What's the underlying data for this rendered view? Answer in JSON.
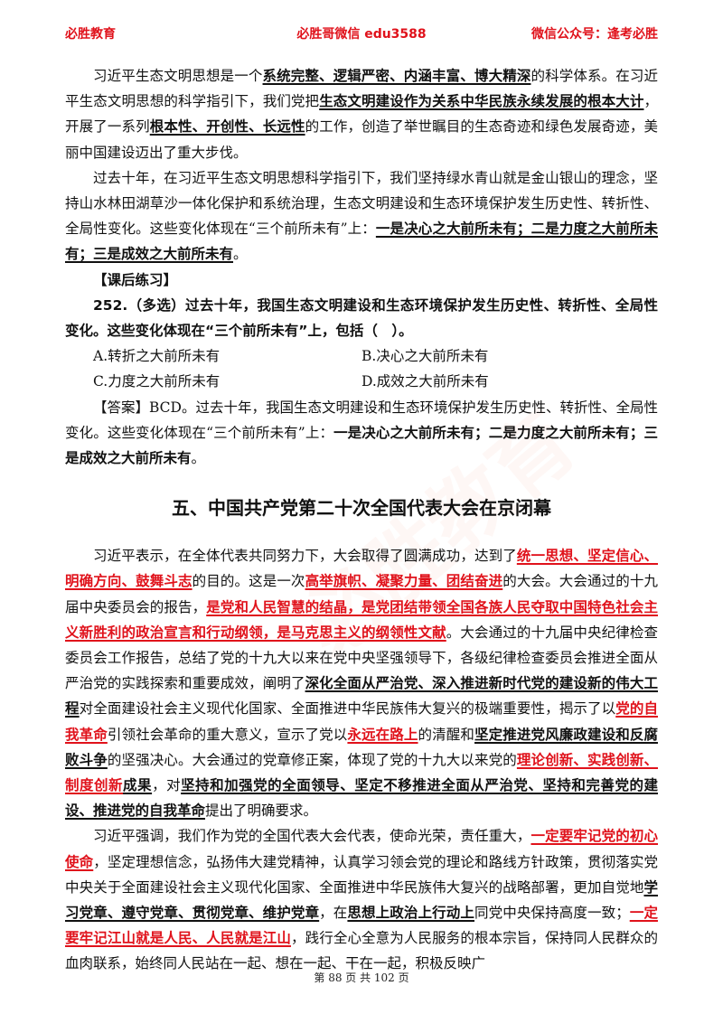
{
  "header": {
    "left": "必胜教育",
    "middle": "必胜哥微信 edu3588",
    "right": "微信公众号：逢考必胜"
  },
  "p1": {
    "t1": "习近平生态文明思想是一个",
    "t2": "系统完整、逻辑严密、内涵丰富、博大精深",
    "t3": "的科学体系。在习近平生态文明思想的科学指引下，我们党把",
    "t4": "生态文明建设作为关系中华民族永续发展的根本大计",
    "t5": "，开展了一系列",
    "t6": "根本性、开创性、长远性",
    "t7": "的工作，创造了举世瞩目的生态奇迹和绿色发展奇迹，美丽中国建设迈出了重大步伐。"
  },
  "p2": {
    "t1": "过去十年，在习近平生态文明思想科学指引下，我们坚持绿水青山就是金山银山的理念，坚持山水林田湖草沙一体化保护和系统治理，生态文明建设和生态环境保护发生历史性、转折性、全局性变化。这些变化体现在“三个前所未有”上：",
    "t2": "一是决心之大前所未有；二是力度之大前所未有；三是成效之大前所未有",
    "t3": "。"
  },
  "practice_label": "【课后练习】",
  "question": "252.（多选）过去十年，我国生态文明建设和生态环境保护发生历史性、转折性、全局性变化。这些变化体现在“三个前所未有”上，包括（　）。",
  "options": {
    "a": "A.转折之大前所未有",
    "b": "B.决心之大前所未有",
    "c": "C.力度之大前所未有",
    "d": "D.成效之大前所未有"
  },
  "answer": {
    "t1": "【答案】BCD。过去十年，我国生态文明建设和生态环境保护发生历史性、转折性、全局性变化。这些变化体现在“三个前所未有”上：",
    "t2": "一是决心之大前所未有；二是力度之大前所未有；三是成效之大前所未有",
    "t3": "。"
  },
  "section_title": "五、中国共产党第二十次全国代表大会在京闭幕",
  "p3": {
    "t1": "习近平表示，在全体代表共同努力下，大会取得了圆满成功，达到了",
    "t2": "统一思想、坚定信心、明确方向、鼓舞斗志",
    "t3": "的目的。这是一次",
    "t4": "高举旗帜、凝聚力量、团结奋进",
    "t5": "的大会。大会通过的十九届中央委员会的报告，",
    "t6": "是党和人民智慧的结晶，是党团结带领全国各族人民夺取中国特色社会主义新胜利的政治宣言和行动纲领，是马克思主义的纲领性文献",
    "t7": "。大会通过的十九届中央纪律检查委员会工作报告，总结了党的十九大以来在党中央坚强领导下，各级纪律检查委员会推进全面从严治党的实践探索和重要成效，阐明了",
    "t8": "深化全面从严治党、深入推进新时代党的建设新的伟大工程",
    "t9": "对全面建设社会主义现代化国家、全面推进中华民族伟大复兴的极端重要性，揭示了以",
    "t10": "党的自我革命",
    "t11": "引领社会革命的重大意义，宣示了党以",
    "t12": "永远在路上",
    "t13": "的清醒和",
    "t14": "坚定推进党风廉政建设和反腐败斗争",
    "t15": "的坚强决心。大会通过的党章修正案，体现了党的十九大以来党的",
    "t16": "理论创新、实践创新、制度创新",
    "t17": "成果",
    "t18": "，对",
    "t19": "坚持和加强党的全面领导、坚定不移推进全面从严治党、坚持和完善党的建设、推进党的自我革命",
    "t20": "提出了明确要求。"
  },
  "p4": {
    "t1": "习近平强调，我们作为党的全国代表大会代表，使命光荣，责任重大，",
    "t2": "一定要牢记党的初心使命",
    "t3": "，坚定理想信念，弘扬伟大建党精神，认真学习领会党的理论和路线方针政策，贯彻落实党中央关于全面建设社会主义现代化国家、全面推进中华民族伟大复兴的战略部署，更加自觉地",
    "t4": "学习党章、遵守党章、贯彻党章、维护党章",
    "t5": "，在",
    "t6": "思想上政治上行动上",
    "t7": "同党中央保持高度一致；",
    "t8": "一定要牢记江山就是人民、人民就是江山",
    "t9": "，践行全心全意为人民服务的根本宗旨，保持同人民群众的血肉联系，始终同人民站在一起、想在一起、干在一起，积极反映广"
  },
  "footer": "第 88 页 共 102 页",
  "colors": {
    "accent_red": "#e0121b",
    "text": "#111111"
  }
}
